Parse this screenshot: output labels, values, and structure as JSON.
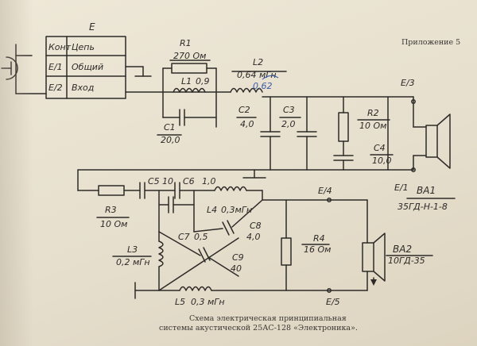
{
  "appendix_label": "Приложение 5",
  "caption": {
    "line1": "Схема электрическая принципиальная",
    "line2": "системы акустической 25АС-128 «Электроника»."
  },
  "connector_table": {
    "header": "E",
    "rows": [
      {
        "pin": "Конт",
        "signal": "Цепь"
      },
      {
        "pin": "E/1",
        "signal": "Общий"
      },
      {
        "pin": "E/2",
        "signal": "Вход"
      }
    ]
  },
  "components": {
    "R1": {
      "ref": "R1",
      "value": "270 Ом"
    },
    "L1": {
      "ref": "L1",
      "value": "0,9"
    },
    "L2": {
      "ref": "L2",
      "value": "0,64 мГн"
    },
    "C1": {
      "ref": "C1",
      "value": "20,0"
    },
    "C2": {
      "ref": "C2",
      "value": "4,0"
    },
    "C3": {
      "ref": "C3",
      "value": "2,0"
    },
    "R2": {
      "ref": "R2",
      "value": "10 Ом"
    },
    "C4": {
      "ref": "C4",
      "value": "10,0"
    },
    "R3": {
      "ref": "R3",
      "value": "10 Ом"
    },
    "C5": {
      "ref": "C5",
      "value": "10"
    },
    "C6": {
      "ref": "C6",
      "value": "1,0"
    },
    "L4": {
      "ref": "L4",
      "value": "0,3мГн"
    },
    "C7": {
      "ref": "C7",
      "value": "0,5"
    },
    "C8": {
      "ref": "C8",
      "value": "4,0"
    },
    "L3": {
      "ref": "L3",
      "value": "0,2 мГн"
    },
    "R4": {
      "ref": "R4",
      "value": "16 Ом"
    },
    "C9": {
      "ref": "C9",
      "value": "40"
    },
    "L5": {
      "ref": "L5",
      "value": "0,3 мГн"
    }
  },
  "speakers": {
    "BA1": {
      "ref": "ВА1",
      "model": "35ГД-Н-1-8"
    },
    "BA2": {
      "ref": "ВА2",
      "model": "10ГД-35"
    }
  },
  "terminals": {
    "E3": "E/3",
    "E1": "E/1",
    "E4": "E/4",
    "E5": "E/5"
  },
  "annotation_blue": "0,62",
  "colors": {
    "ink": "#2d2a28",
    "paper": "#e9e3d3",
    "blue_annotation": "#3c5aa6"
  }
}
